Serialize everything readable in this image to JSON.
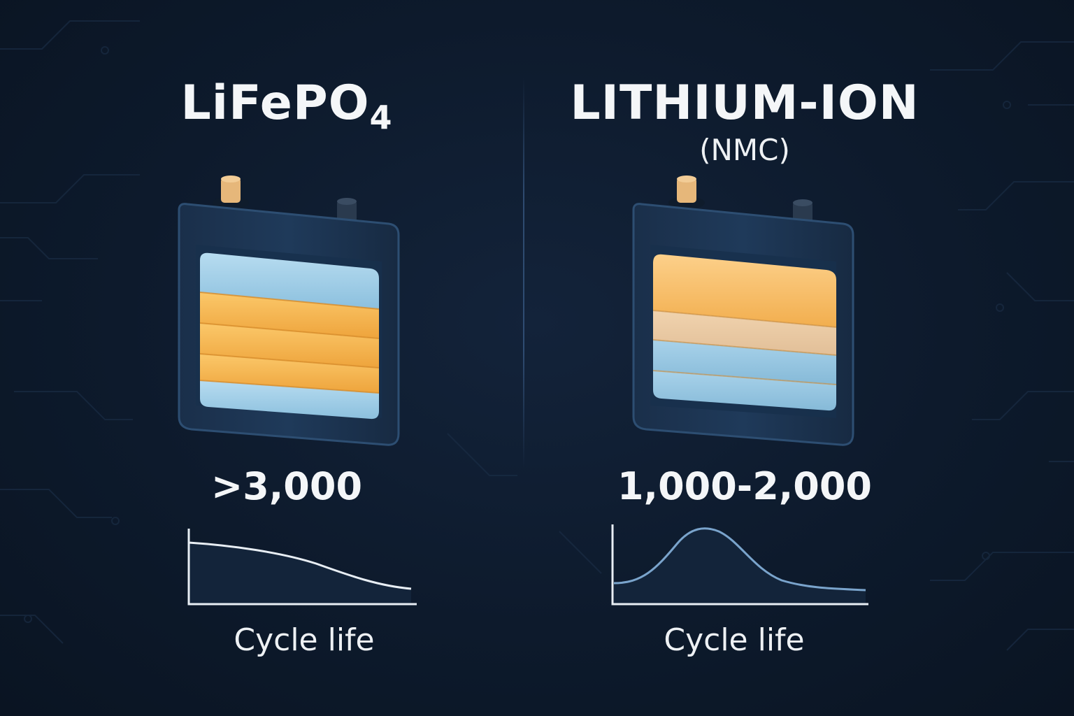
{
  "left": {
    "title_main": "LiFePO",
    "title_sub": "4",
    "value": ">3,000",
    "caption": "Cycle life",
    "curve_shape": "gradual-decline"
  },
  "right": {
    "title": "LITHIUM-ION",
    "subtitle": "(NMC)",
    "value": "1,000-2,000",
    "caption": "Cycle life",
    "curve_shape": "bell-peak"
  },
  "colors": {
    "background": "#0c1828",
    "text": "#f4f6f8",
    "casing": "#1c3350",
    "layer_blue": "#9ccbe6",
    "layer_orange": "#f5b34e",
    "layer_beige": "#e9c9a4",
    "positive_terminal": "#e6b77a",
    "negative_terminal": "#2a3a4e",
    "curve_left": "#e8eef4",
    "curve_right": "#7aa4cc"
  },
  "icons": [
    "battery-cell-icon",
    "battery-cell-icon"
  ]
}
